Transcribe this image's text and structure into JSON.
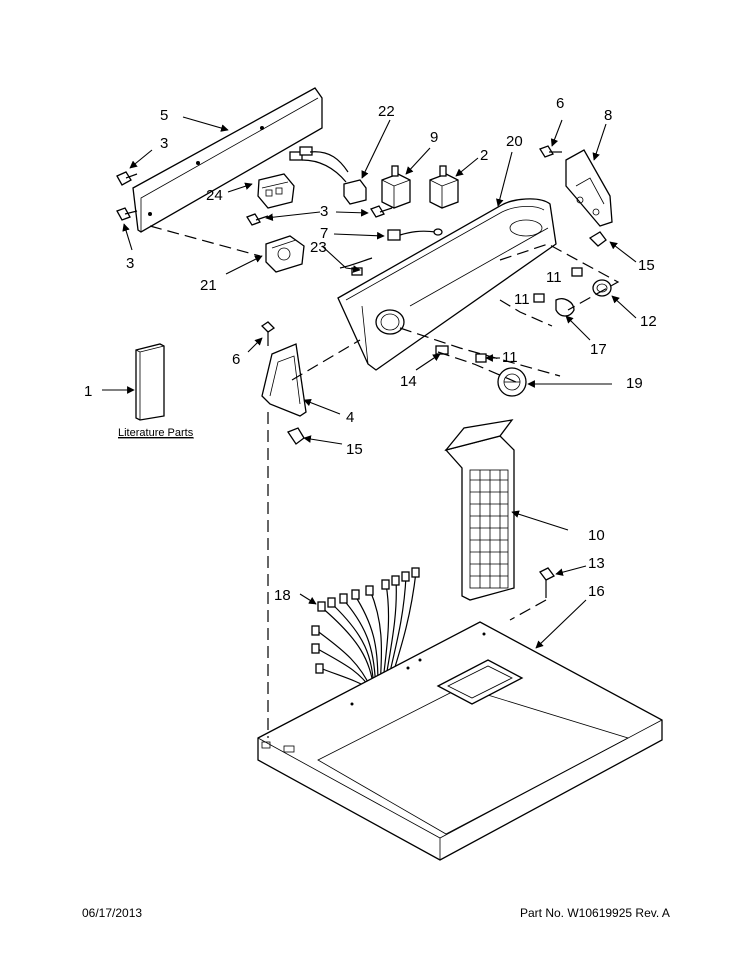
{
  "callouts": {
    "c1": "1",
    "c2": "2",
    "c3a": "3",
    "c3b": "3",
    "c3c": "3",
    "c4": "4",
    "c5": "5",
    "c6a": "6",
    "c6b": "6",
    "c7": "7",
    "c8": "8",
    "c9": "9",
    "c10": "10",
    "c11a": "11",
    "c11b": "11",
    "c11c": "11",
    "c12": "12",
    "c13": "13",
    "c14": "14",
    "c15a": "15",
    "c15b": "15",
    "c16": "16",
    "c17": "17",
    "c18": "18",
    "c19": "19",
    "c20": "20",
    "c21": "21",
    "c22": "22",
    "c23": "23",
    "c24": "24"
  },
  "literature_label": "Literature Parts",
  "footer": {
    "date": "06/17/2013",
    "part_no": "Part No.  W10619925  Rev.  A"
  }
}
